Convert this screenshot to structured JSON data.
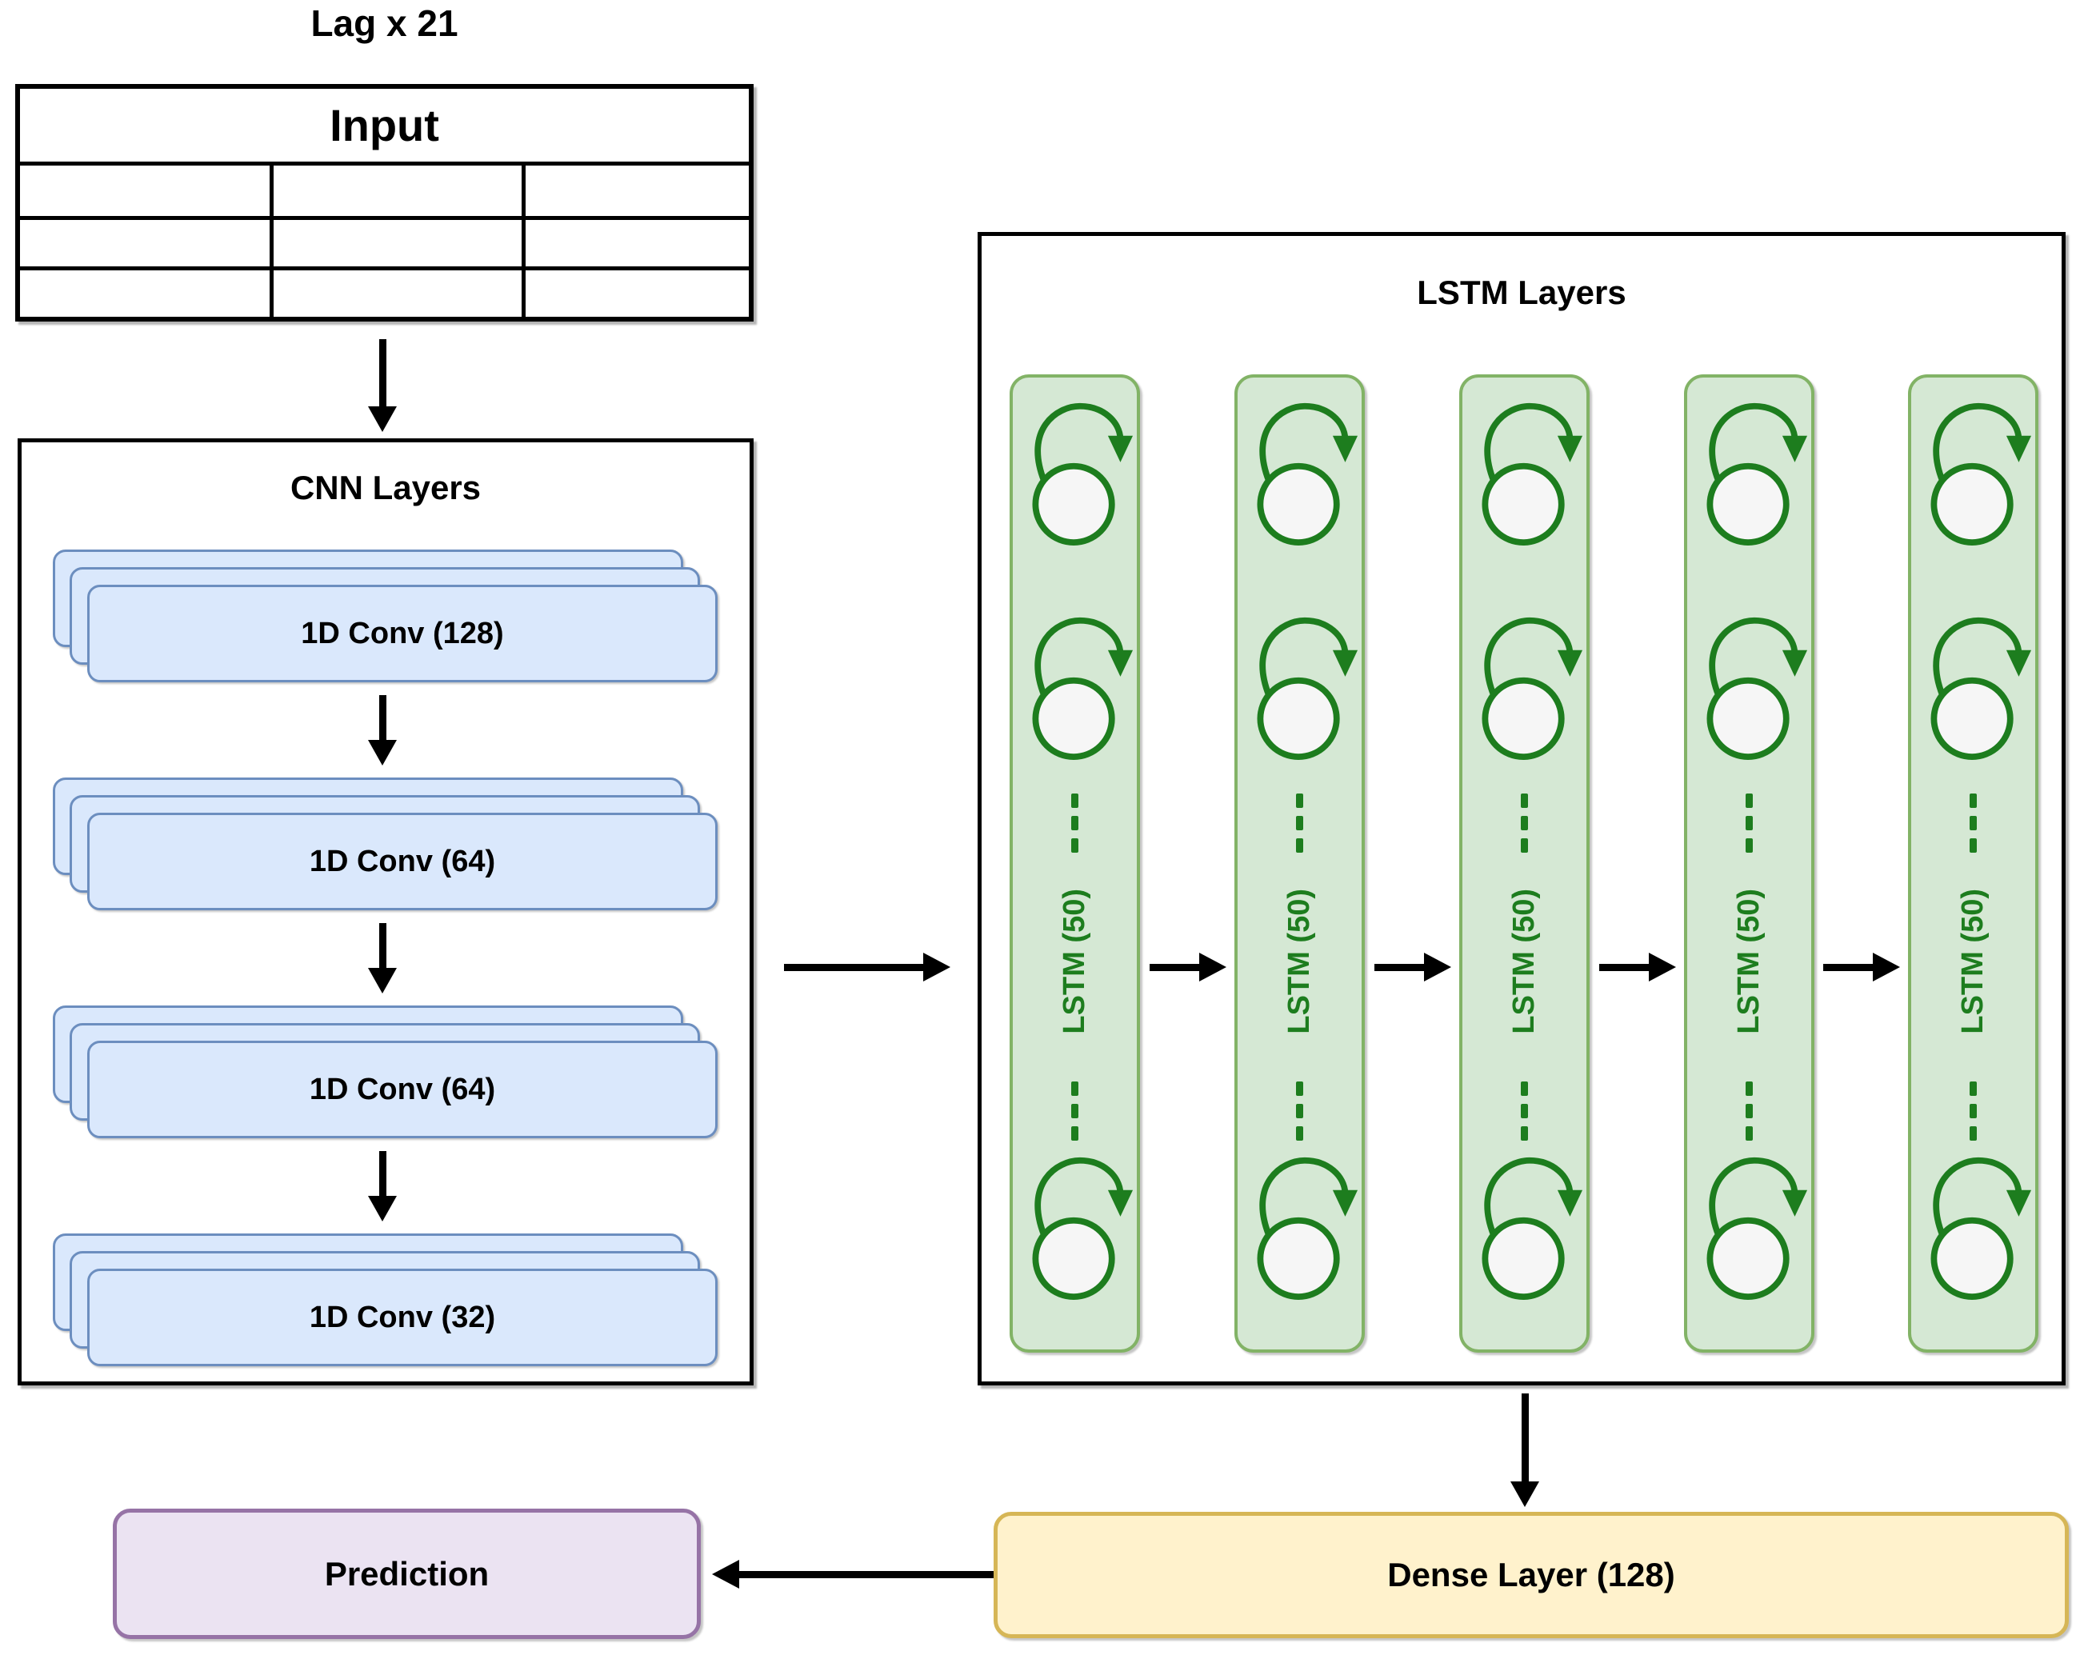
{
  "diagram": {
    "input": {
      "lag_label": "Lag x 21",
      "table_title": "Input",
      "rows": 3,
      "columns": 3
    },
    "cnn": {
      "title": "CNN Layers",
      "layers": [
        "1D Conv (128)",
        "1D Conv (64)",
        "1D Conv (64)",
        "1D Conv (32)"
      ]
    },
    "lstm": {
      "title": "LSTM Layers",
      "unit_label": "LSTM (50)",
      "column_count": 5
    },
    "dense": {
      "label": "Dense Layer (128)"
    },
    "prediction": {
      "label": "Prediction"
    },
    "colors": {
      "blue_fill": "#dae8fc",
      "blue_border": "#6c8ebf",
      "green_fill": "#d5e8d4",
      "green_border": "#82b366",
      "green_dark": "#1d7d1e",
      "node_fill": "#f6f6f6",
      "yellow_fill": "#fff2cc",
      "yellow_border": "#d6b656",
      "purple_fill": "#ebe3f2",
      "purple_border": "#9673a6",
      "arrow_black": "#000000"
    }
  }
}
